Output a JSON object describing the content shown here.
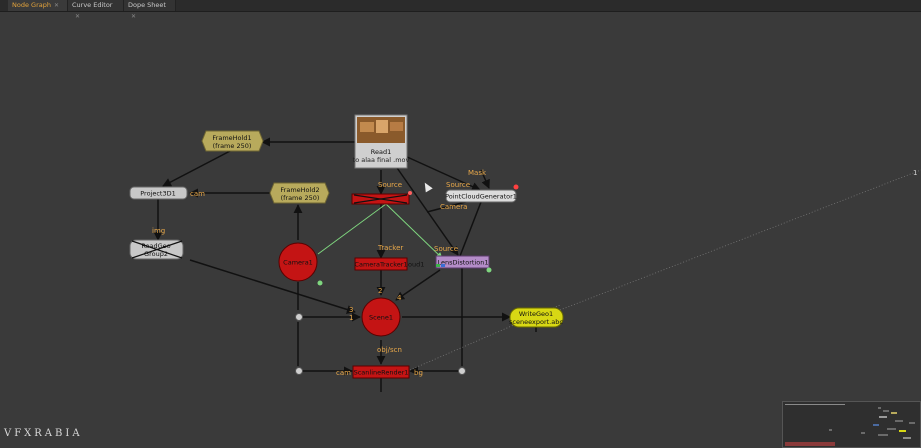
{
  "tabs": [
    {
      "label": "Node Graph",
      "active": true
    },
    {
      "label": "Curve Editor",
      "active": false
    },
    {
      "label": "Dope Sheet",
      "active": false
    }
  ],
  "nodes": {
    "read1_line1": "Read1",
    "read1_line2": "to alaa final .mov",
    "framehold1_line1": "FrameHold1",
    "framehold1_line2": "(frame 250)",
    "framehold2_line1": "FrameHold2",
    "framehold2_line2": "(frame 250)",
    "project3d1": "Project3D1",
    "readgeo_line1": "ReadGeo",
    "readgeo_line2": "Group2",
    "camera1": "Camera1",
    "cameratracker": "CameraTracker1",
    "cameratracker_suffix": "oud1",
    "pointcloud": "PointCloudGenerator1",
    "lensdistortion": "LensDistortion1",
    "scene1": "Scene1",
    "writegeo_line1": "WriteGeo1",
    "writegeo_line2": "sceneexport.abc",
    "scanline": "ScanlineRender1"
  },
  "edge_labels": {
    "cam": "cam",
    "img": "img",
    "source1": "Source",
    "source2": "Source",
    "source3": "Source",
    "mask": "Mask",
    "camera": "Camera",
    "tracker": "Tracker",
    "n2": "2",
    "n3": "3",
    "n1": "1",
    "n4": "4",
    "objscn": "obj/scn",
    "cam2": "cam",
    "bg": "bg",
    "one": "1"
  },
  "logo": "VFXRABIA",
  "colors": {
    "accent": "#e3a33b",
    "framehold": "#b8aa5c",
    "red_node": "#c41414",
    "yellow_node": "#d8d814",
    "purple_node": "#b48cc8",
    "gray_node": "#c8c8c8"
  }
}
